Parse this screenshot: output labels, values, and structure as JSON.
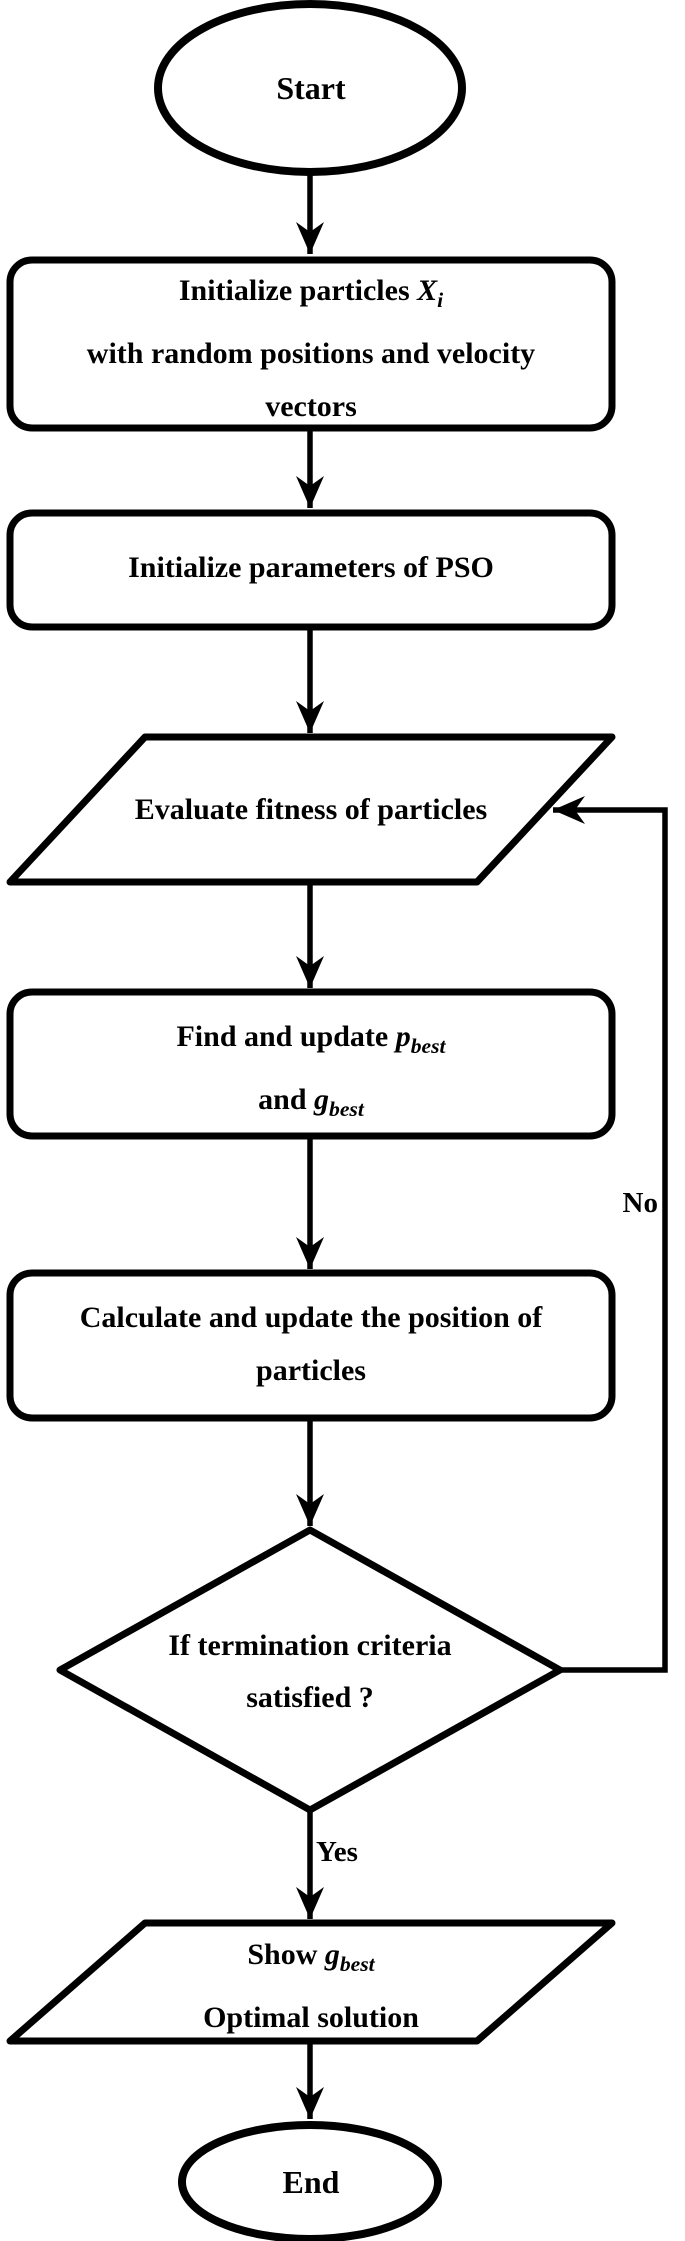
{
  "flowchart": {
    "title_hint": "PSO algorithm flowchart",
    "colors": {
      "stroke": "#000000",
      "fill": "#ffffff",
      "background": "#ffffff"
    },
    "nodes": {
      "start": {
        "label": "Start"
      },
      "init_particles": {
        "line1_text": "Initialize particles ",
        "line1_var": "X",
        "line1_sub": "i",
        "line2": "with random positions and velocity",
        "line3": "vectors"
      },
      "init_params": {
        "label": "Initialize parameters of PSO"
      },
      "evaluate": {
        "label": "Evaluate fitness of particles"
      },
      "update_best": {
        "line1_text": "Find and update ",
        "line1_var": "p",
        "line1_sub": "best",
        "line2_text": "and ",
        "line2_var": "g",
        "line2_sub": "best"
      },
      "update_position": {
        "line1": "Calculate and update the position of",
        "line2": "particles"
      },
      "decision": {
        "line1": "If termination criteria",
        "line2": "satisfied ?"
      },
      "show_result": {
        "line1_text": "Show ",
        "line1_var": "g",
        "line1_sub": "best",
        "line2": "Optimal solution"
      },
      "end": {
        "label": "End"
      }
    },
    "edges": {
      "yes_label": "Yes",
      "no_label": "No"
    }
  }
}
